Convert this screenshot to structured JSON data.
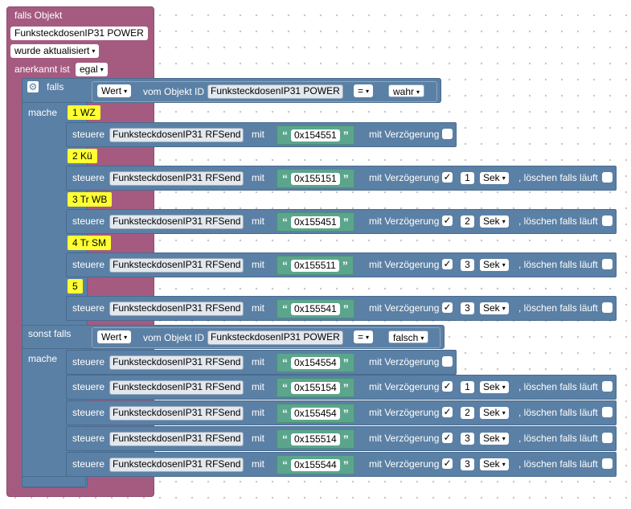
{
  "event": {
    "header": "falls Objekt",
    "object_id": "FunksteckdosenIP31 POWER",
    "trigger": "wurde aktualisiert",
    "ack_label": "anerkannt ist",
    "ack_value": "egal"
  },
  "if_block": {
    "if_label": "falls",
    "do_label": "mache",
    "elseif_label": "sonst falls",
    "gear_icon": "gear-icon",
    "cond1": {
      "field": "Wert",
      "from": "vom Objekt ID",
      "object": "FunksteckdosenIP31 POWER",
      "op": "=",
      "value": "wahr"
    },
    "cond2": {
      "field": "Wert",
      "from": "vom Objekt ID",
      "object": "FunksteckdosenIP31 POWER",
      "op": "=",
      "value": "falsch"
    }
  },
  "control": {
    "steuere": "steuere",
    "device": "FunksteckdosenIP31  RFSend",
    "mit": "mit",
    "delay_label": "mit Verzögerung",
    "unit": "Sek",
    "clear_label": ", löschen falls läuft",
    "check_mark": "✓",
    "open_quote": "“",
    "close_quote": "”",
    "dropdown_icon": "▾"
  },
  "comments": [
    "1 WZ",
    "2 Kü",
    "3 Tr WB",
    "4 Tr SM",
    "5"
  ],
  "do_rows": [
    {
      "code": "0x154551",
      "delay": false
    },
    {
      "code": "0x155151",
      "delay": true,
      "seconds": "1"
    },
    {
      "code": "0x155451",
      "delay": true,
      "seconds": "2"
    },
    {
      "code": "0x155511",
      "delay": true,
      "seconds": "3"
    },
    {
      "code": "0x155541",
      "delay": true,
      "seconds": "3"
    }
  ],
  "else_rows": [
    {
      "code": "0x154554",
      "delay": false
    },
    {
      "code": "0x155154",
      "delay": true,
      "seconds": "1"
    },
    {
      "code": "0x155454",
      "delay": true,
      "seconds": "2"
    },
    {
      "code": "0x155514",
      "delay": true,
      "seconds": "3"
    },
    {
      "code": "0x155544",
      "delay": true,
      "seconds": "3"
    }
  ],
  "colors": {
    "event": "#a55b80",
    "logic": "#5b80a5",
    "text": "#5ba58c",
    "comment": "#ffff33"
  }
}
